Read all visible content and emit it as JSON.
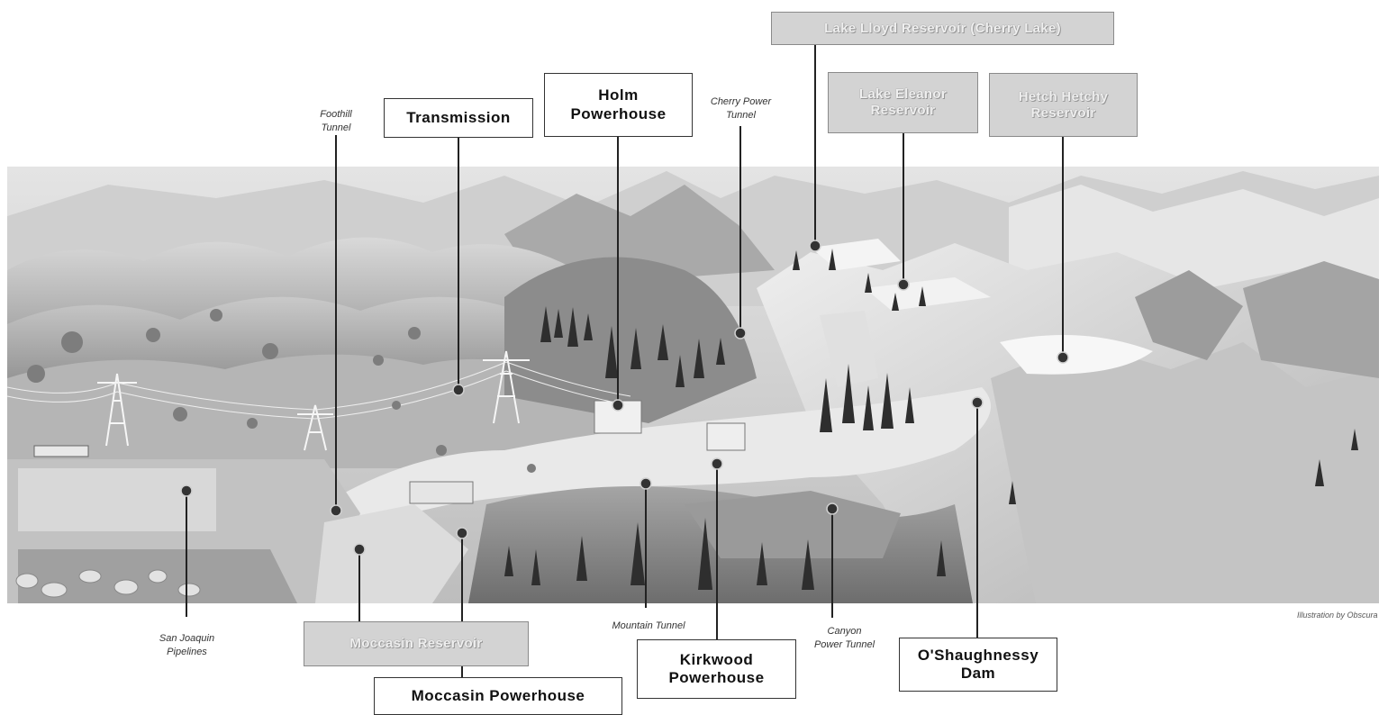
{
  "labels": {
    "transmission": "Transmission",
    "holm": "Holm\nPowerhouse",
    "kirkwood": "Kirkwood\nPowerhouse",
    "moccasin_powerhouse": "Moccasin Powerhouse",
    "oshaughnessy": "O'Shaughnessy\nDam",
    "lake_lloyd": "Lake Lloyd Reservoir (Cherry Lake)",
    "lake_eleanor": "Lake Eleanor\nReservoir",
    "hetch_hetchy": "Hetch Hetchy\nReservoir",
    "moccasin_reservoir": "Moccasin Reservoir"
  },
  "notes": {
    "foothill": "Foothill\nTunnel",
    "cherry_power": "Cherry Power\nTunnel",
    "san_joaquin": "San Joaquin\nPipelines",
    "mountain": "Mountain Tunnel",
    "canyon": "Canyon\nPower Tunnel"
  },
  "credit": "Illustration by Obscura"
}
